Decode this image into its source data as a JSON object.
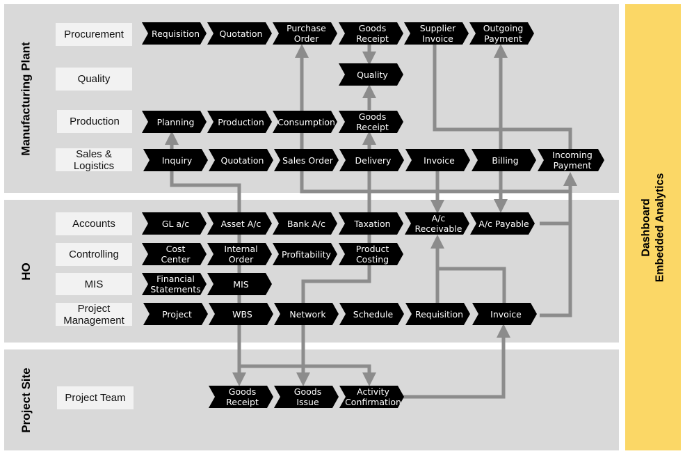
{
  "sidebar": {
    "line1": "Dashboard",
    "line2": "Embedded Analytics"
  },
  "sections": [
    {
      "label": "Manufacturing Plant"
    },
    {
      "label": "HO"
    },
    {
      "label": "Project Site"
    }
  ],
  "rows": [
    {
      "label": "Procurement",
      "steps": [
        "Requisition",
        "Quotation",
        "Purchase Order",
        "Goods Receipt",
        "Supplier Invoice",
        "Outgoing Payment"
      ]
    },
    {
      "label": "Quality",
      "steps": [
        "Quality"
      ]
    },
    {
      "label": "Production",
      "steps": [
        "Planning",
        "Production",
        "Consumption",
        "Goods Receipt"
      ]
    },
    {
      "label": "Sales & Logistics",
      "steps": [
        "Inquiry",
        "Quotation",
        "Sales Order",
        "Delivery",
        "Invoice",
        "Billing",
        "Incoming Payment"
      ]
    },
    {
      "label": "Accounts",
      "steps": [
        "GL a/c",
        "Asset A/c",
        "Bank A/c",
        "Taxation",
        "A/c Receivable",
        "A/c Payable"
      ]
    },
    {
      "label": "Controlling",
      "steps": [
        "Cost Center",
        "Internal Order",
        "Profitability",
        "Product Costing"
      ]
    },
    {
      "label": "MIS",
      "steps": [
        "Financial Statements",
        "MIS"
      ]
    },
    {
      "label": "Project Management",
      "steps": [
        "Project",
        "WBS",
        "Network",
        "Schedule",
        "Requisition",
        "Invoice"
      ]
    },
    {
      "label": "Project Team",
      "steps": [
        "Goods Receipt",
        "Goods Issue",
        "Activity Confirmation"
      ]
    }
  ],
  "colors": {
    "panel": "#d9d9d9",
    "accent": "#fbd766",
    "connector": "#8c8c8c",
    "step": "#000000"
  }
}
